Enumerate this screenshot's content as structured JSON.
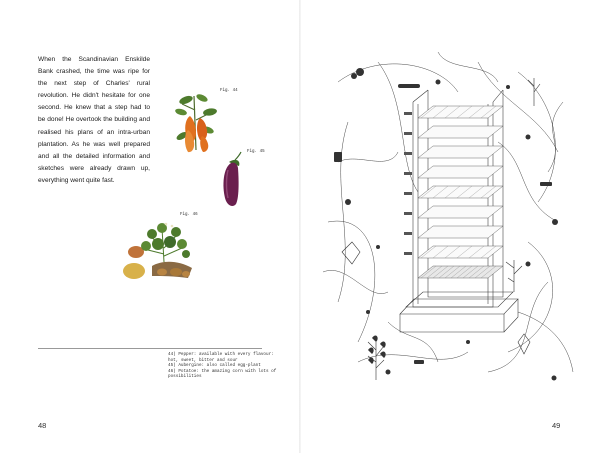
{
  "left_page": {
    "body_text": "When the Scandinavian Enskilde Bank crashed, the time was ripe for the next step of Charles' rural revolution. He didn't hesitate for one second. He knew that a step had to be done! He overtook the building and realised his plans of an intra-urban plantation. As he was well prepared and all the detailed information and sketches were already drawn up, everything went quite fast.",
    "figures": [
      {
        "label": "Fig. 44"
      },
      {
        "label": "Fig. 45"
      },
      {
        "label": "Fig. 46"
      }
    ],
    "footnotes": [
      "44)   Pepper: available with every flavour: hot, sweet, bitter and sour",
      "45)   Aubergine: also called egg-plant",
      "46)   Potatoe: the amazing corn with lots of possibilities"
    ],
    "page_number": "48"
  },
  "right_page": {
    "page_number": "49"
  },
  "colors": {
    "pepper": "#e0701e",
    "aubergine": "#6a1f4e",
    "leaf": "#4d7a2c",
    "potato": "#b88442",
    "line_drawing": "#333333"
  }
}
